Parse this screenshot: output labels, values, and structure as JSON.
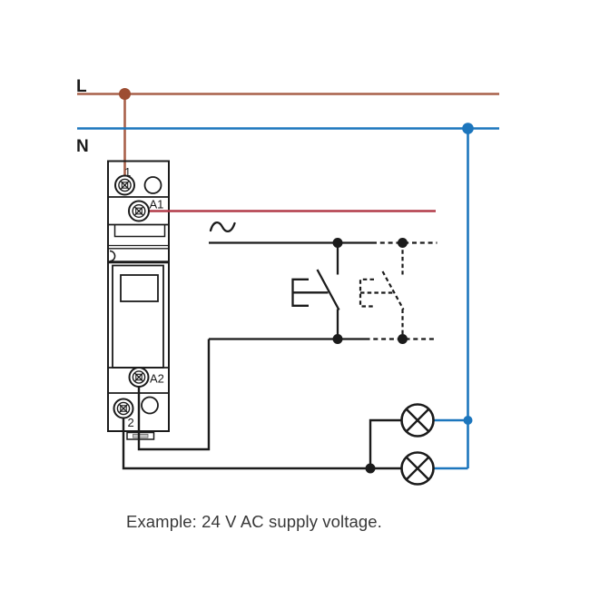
{
  "figure": {
    "type": "relay-wiring-diagram",
    "caption": "Example: 24 V AC supply voltage.",
    "labels": {
      "line": "L",
      "neutral": "N",
      "terminal_1": "1",
      "coil_a1": "A1",
      "coil_a2": "A2",
      "terminal_2": "2"
    },
    "colors": {
      "line_wire": "#A8604A",
      "line_dot": "#9D4D32",
      "line_label": "#A04E2C",
      "neutral_wire": "#1C76BD",
      "coil_wire_red": "#B23B49",
      "black_wire": "#1B1B1B",
      "caption_text": "#383838"
    },
    "symbols": [
      "screw-terminal",
      "ac-supply",
      "push-button-no-contact",
      "relay-contact-dashed",
      "lamp",
      "junction-dot",
      "din-rail-clip"
    ]
  }
}
